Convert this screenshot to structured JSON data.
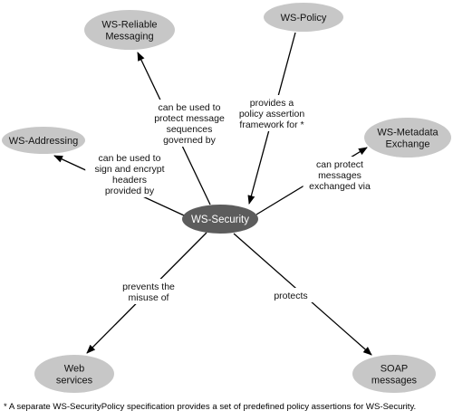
{
  "diagram": {
    "center": "WS-Security",
    "nodes": [
      {
        "id": "reliable",
        "label": [
          "WS-Reliable",
          "Messaging"
        ]
      },
      {
        "id": "policy",
        "label": [
          "WS-Policy"
        ]
      },
      {
        "id": "addressing",
        "label": [
          "WS-Addressing"
        ]
      },
      {
        "id": "metadata",
        "label": [
          "WS-Metadata",
          "Exchange"
        ]
      },
      {
        "id": "webservices",
        "label": [
          "Web",
          "services"
        ]
      },
      {
        "id": "soap",
        "label": [
          "SOAP",
          "messages"
        ]
      }
    ],
    "edges": [
      {
        "from": "center",
        "to": "reliable",
        "label": [
          "can be used to",
          "protect message",
          "sequences",
          "governed by"
        ]
      },
      {
        "from": "policy",
        "to": "center",
        "label": [
          "provides a",
          "policy assertion",
          "framework for *"
        ]
      },
      {
        "from": "center",
        "to": "addressing",
        "label": [
          "can be used to",
          "sign and encrypt",
          "headers",
          "provided by"
        ]
      },
      {
        "from": "center",
        "to": "metadata",
        "label": [
          "can protect",
          "messages",
          "exchanged via"
        ]
      },
      {
        "from": "center",
        "to": "webservices",
        "label": [
          "prevents the",
          "misuse of"
        ]
      },
      {
        "from": "center",
        "to": "soap",
        "label": [
          "protects"
        ]
      }
    ]
  },
  "footnote": "* A separate WS-SecurityPolicy specification provides a set of predefined policy assertions for WS-Security."
}
